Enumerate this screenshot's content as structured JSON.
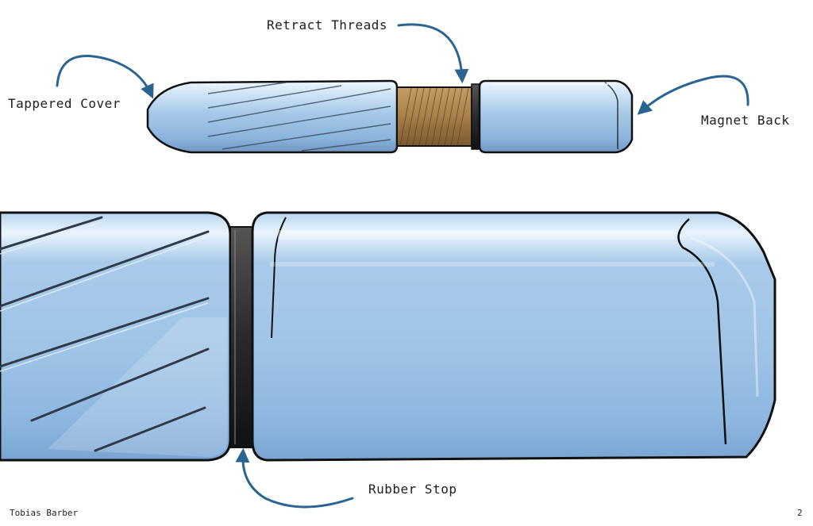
{
  "labels": {
    "retract_threads": "Retract Threads",
    "tappered_cover": "Tappered Cover",
    "magnet_back": "Magnet Back",
    "rubber_stop": "Rubber Stop"
  },
  "footer": {
    "author": "Tobias Barber",
    "page_number": "2"
  },
  "colors": {
    "arrow": "#2a6591",
    "body_light": "#d6ebfb",
    "body_mid": "#9cc3e4",
    "body_dark": "#6d98c2",
    "threads": "#a67f4a",
    "outline": "#111111"
  }
}
